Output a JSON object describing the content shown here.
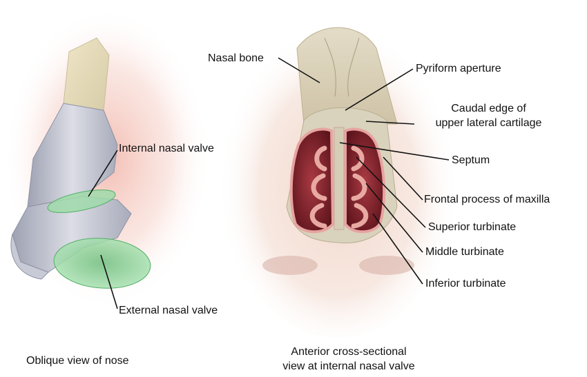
{
  "diagram": {
    "labels": {
      "internal_nasal_valve": "Internal nasal valve",
      "external_nasal_valve": "External nasal valve",
      "nasal_bone": "Nasal bone",
      "pyriform_aperture": "Pyriform aperture",
      "caudal_edge_line1": "Caudal edge of",
      "caudal_edge_line2": "upper lateral cartilage",
      "septum": "Septum",
      "frontal_process": "Frontal process of maxilla",
      "superior_turbinate": "Superior turbinate",
      "middle_turbinate": "Middle turbinate",
      "inferior_turbinate": "Inferior turbinate"
    },
    "captions": {
      "oblique": "Oblique view of nose",
      "anterior_line1": "Anterior cross-sectional",
      "anterior_line2": "view at internal nasal valve"
    },
    "colors": {
      "valve_green": "#8fd49a",
      "valve_green_edge": "#4fae63",
      "bone": "#e8dfc4",
      "cavity": "#8e2530",
      "mucosa": "#e7a3a0",
      "skin": "#f3d6cc",
      "cartilage": "#b9bcc8"
    }
  }
}
